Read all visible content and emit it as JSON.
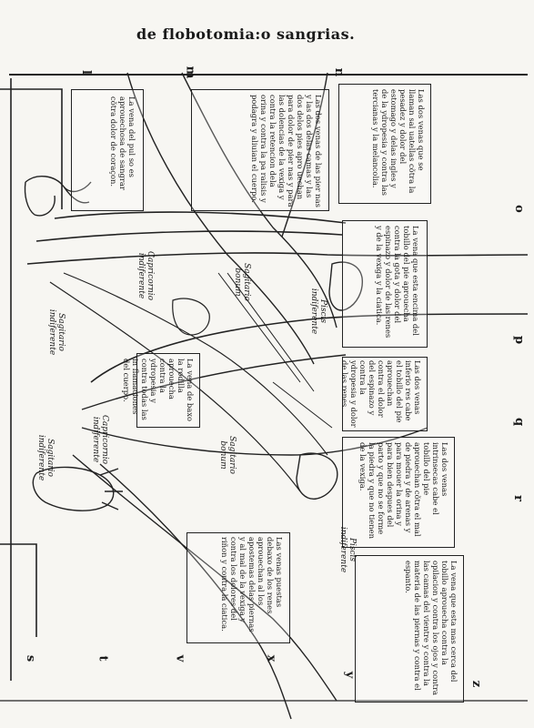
{
  "header": {
    "title": "de flobotomia:o sangrias."
  },
  "letters": [
    "l",
    "m",
    "n",
    "o",
    "p",
    "q",
    "r",
    "s",
    "t",
    "v",
    "x",
    "y",
    "z"
  ],
  "boxes": [
    {
      "id": "b1",
      "text": "La vena del pul so es aprouechosa de sangrar cõtra dolor de coraçon."
    },
    {
      "id": "b2",
      "text": "Las dos venas de las pier nas y las dos delas camas y las dos delos pies apro uechan para dolor de pier nas y para las dolencias de la vexiga y contra la retencion dela orina y contra la pa ralisis y podagra y aliuian el cuerpo."
    },
    {
      "id": "b3",
      "text": "Las dos venas que se llaman sal uatellas cõtra la pesadez y dolor del estomago y delas ingles y de la ydropesia y contra las tercianas y la melancolia."
    },
    {
      "id": "b4",
      "text": "La vena que esta encima del tobillo del pie aprouecha contra la gota y dolor del espinazo y dolor de las renes y de la vexiga y la ciatica."
    },
    {
      "id": "b5",
      "text": "La vena de baxo la rodilla aprouecha contra la ydropesia y contra todas las in flamaciones del cuerpo."
    },
    {
      "id": "b6",
      "text": "Las dos venas inferio res cabe el tobillo del pie aprouechan contra el dolor del espinazo y contra la ydropesia y dolor de las renes."
    },
    {
      "id": "b7",
      "text": "Las dos venas intrinsecas cabe el tobillo del pie aprouechan cõtra el mal de piedra y de arenas y para mouer la orina y para bien despues del parto y que no se forme la piedra y que no tienen de la vexiga."
    },
    {
      "id": "b8",
      "text": "Las venas puestas debaxo de los renes aprouechan al los apostemas delas piernas y al mal de la vexiga y contra los dolores del riñon y contra la ciatica."
    },
    {
      "id": "b9",
      "text": "La vena que esta mas cerca del tobillo aprouecha contra la opilacion y contra los ojos y contra las camas del vientre y contra la materia de las piernas y contra el espanto."
    }
  ],
  "figure_labels": [
    {
      "id": "l1",
      "text": "Sagitario indiferente"
    },
    {
      "id": "l2",
      "text": "Capricornio indiferente"
    },
    {
      "id": "l3",
      "text": "Sagitario bonum"
    },
    {
      "id": "l4",
      "text": "Piscis indiferente"
    },
    {
      "id": "l5",
      "text": "Sagitario indiferente"
    },
    {
      "id": "l6",
      "text": "Capricornio indiferente"
    },
    {
      "id": "l7",
      "text": "Sagitario bonum"
    },
    {
      "id": "l8",
      "text": "Piscis indiferente"
    }
  ]
}
